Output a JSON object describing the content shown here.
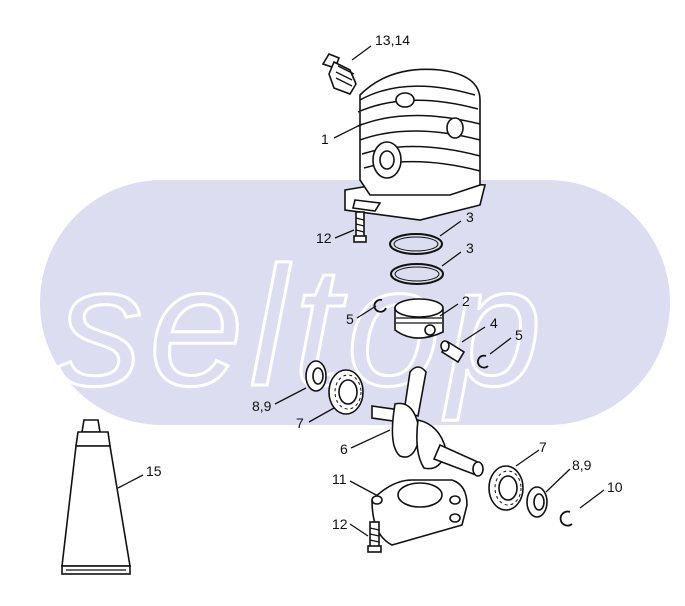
{
  "watermark": {
    "text": "seltop",
    "color": "#ddddf2"
  },
  "labels": {
    "spark_plug": "13,14",
    "cylinder": "1",
    "ring_top": "3",
    "ring_bottom": "3",
    "screw_top": "12",
    "piston": "2",
    "circlip_left": "5",
    "pin": "4",
    "circlip_right": "5",
    "seal_left": "8,9",
    "bearing_left": "7",
    "crankshaft": "6",
    "tube": "15",
    "crankcase": "11",
    "screw_bottom": "12",
    "bearing_right": "7",
    "seal_right": "8,9",
    "circlip_bottom": "10"
  },
  "icons": [
    "spark-plug-icon",
    "cylinder-icon",
    "piston-ring-icon",
    "piston-icon",
    "piston-pin-icon",
    "circlip-icon",
    "oil-seal-icon",
    "ball-bearing-icon",
    "crankshaft-icon",
    "crankcase-icon",
    "screw-icon",
    "grease-tube-icon"
  ]
}
